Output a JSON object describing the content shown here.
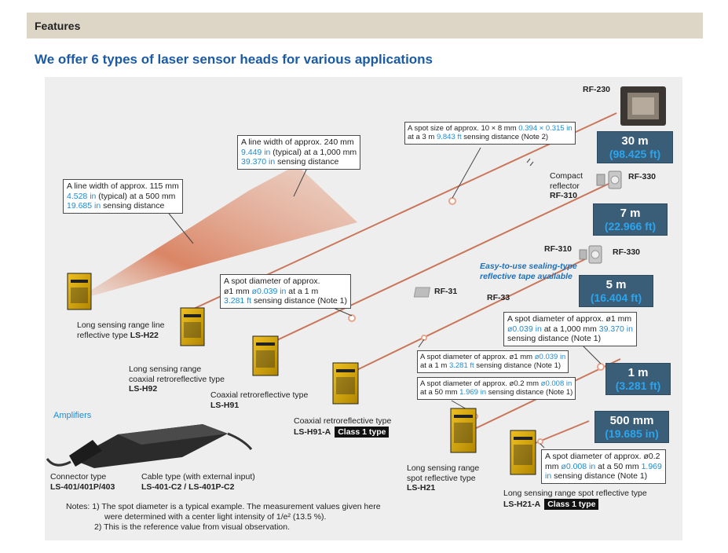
{
  "header": {
    "section_title": "Features"
  },
  "headline": "We offer 6 types of laser sensor heads for various applications",
  "callouts": {
    "h22_line": {
      "l1": "A line width of approx. 115 mm",
      "l2_blue": "4.528 in",
      "l2": " (typical) at a 500 mm",
      "l3_blue": "19.685 in",
      "l3": " sensing distance"
    },
    "h92_line": {
      "l1": "A line width of approx. 240 mm",
      "l2_blue": "9.449 in",
      "l2": " (typical) at a 1,000 mm",
      "l3_blue": "39.370 in",
      "l3": " sensing distance"
    },
    "rf230_spot": {
      "l1": "A spot size of approx. 10 × 8 mm ",
      "l1_blue": "0.394 × 0.315 in",
      "l2": "at a 3 m ",
      "l2_blue": "9.843 ft",
      "l2_end": " sensing distance (Note 2)"
    },
    "h91_spot": {
      "l1": "A spot diameter of approx.",
      "l2": "ø1 mm ",
      "l2_blue": "ø0.039 in",
      "l2_end": " at a 1 m",
      "l3_blue": "3.281 ft",
      "l3": " sensing distance (Note 1)"
    },
    "h91a_spot": {
      "l1": "A spot diameter of approx. ø1 mm ",
      "l1_blue": "ø0.039 in",
      "l2": "at a 1 m ",
      "l2_blue": "3.281 ft",
      "l2_end": " sensing distance (Note 1)"
    },
    "h21_spot": {
      "l1": "A spot diameter of approx. ø0.2 mm ",
      "l1_blue": "ø0.008 in",
      "l2": "at a 50 mm ",
      "l2_blue": "1.969 in",
      "l2_end": " sensing distance (Note 1)"
    },
    "long_spot": {
      "l1": "A spot diameter of approx. ø1 mm",
      "l2_blue": "ø0.039 in",
      "l2": " at a 1,000 mm ",
      "l2_blue2": "39.370 in",
      "l3": "sensing distance (Note 1)"
    },
    "h21a_spot": {
      "l1": "A spot diameter of approx. ø0.2",
      "l2": "mm ",
      "l2_blue": "ø0.008 in",
      "l2_end": " at a 50 mm ",
      "l2_blue2": "1.969",
      "l3_blue": "in",
      "l3": " sensing distance (Note 1)"
    }
  },
  "distances": [
    {
      "value": "30 m",
      "ft": "(98.425 ft)"
    },
    {
      "value": "7 m",
      "ft": "(22.966 ft)"
    },
    {
      "value": "5 m",
      "ft": "(16.404 ft)"
    },
    {
      "value": "1 m",
      "ft": "(3.281 ft)"
    },
    {
      "value": "500 mm",
      "ft": "(19.685 in)"
    }
  ],
  "reflectors": {
    "rf230": "RF-230",
    "compact_l1": "Compact",
    "compact_l2": "reflector",
    "rf310_a": "RF-310",
    "rf330_a": "RF-330",
    "rf310_b": "RF-310",
    "rf330_b": "RF-330",
    "tape_l1": "Easy-to-use sealing-type",
    "tape_l2": "reflective tape available",
    "rf31": "RF-31",
    "rf33": "RF-33"
  },
  "sensors": {
    "h22": {
      "l1": "Long sensing range line",
      "l2": "reflective type ",
      "model": "LS-H22"
    },
    "h92": {
      "l1": "Long sensing range",
      "l2": "coaxial retroreflective type",
      "model": "LS-H92"
    },
    "h91": {
      "l1": "Coaxial retroreflective type",
      "model": "LS-H91"
    },
    "h91a": {
      "l1": "Coaxial retroreflective type",
      "model": "LS-H91-A",
      "badge": "Class 1 type"
    },
    "h21": {
      "l1": "Long sensing range",
      "l2": "spot reflective type",
      "model": "LS-H21"
    },
    "h21a": {
      "l1": "Long sensing range spot reflective type",
      "model": "LS-H21-A",
      "badge": "Class 1 type"
    }
  },
  "amplifiers": {
    "title": "Amplifiers",
    "connector_label": "Connector type",
    "connector_model": "LS-401/401P/403",
    "cable_label": "Cable type (with external input)",
    "cable_model": "LS-401-C2 / LS-401P-C2"
  },
  "notes": {
    "n1": "Notes: 1) The spot diameter is a typical example. The measurement values given here",
    "n1b": "were determined with a center light intensity of 1/e² (13.5 %).",
    "n2": "2) This is the reference value from visual observation."
  },
  "colors": {
    "accent_blue": "#1e8bd6",
    "headline": "#1b5aa4",
    "beam": "#c9765a",
    "distance_box": "#3a5d78",
    "header_bg": "#ddd6c6"
  }
}
